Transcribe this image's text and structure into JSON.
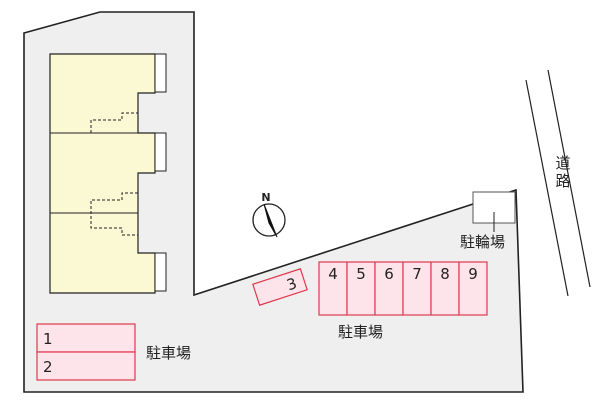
{
  "colors": {
    "site": "#efefef",
    "building": "#fbf8d4",
    "parking_fill": "#fde3ea",
    "parking_stroke": "#e0394e"
  },
  "compass": {
    "label": "N",
    "icon": "north-compass-icon"
  },
  "road": {
    "label_chars": [
      "道",
      "路"
    ]
  },
  "bike_parking": {
    "label": "駐輪場"
  },
  "parking_left": {
    "label": "駐車場",
    "slots": [
      "1",
      "2"
    ]
  },
  "parking_right": {
    "label": "駐車場",
    "slots": [
      "3",
      "4",
      "5",
      "6",
      "7",
      "8",
      "9"
    ]
  }
}
